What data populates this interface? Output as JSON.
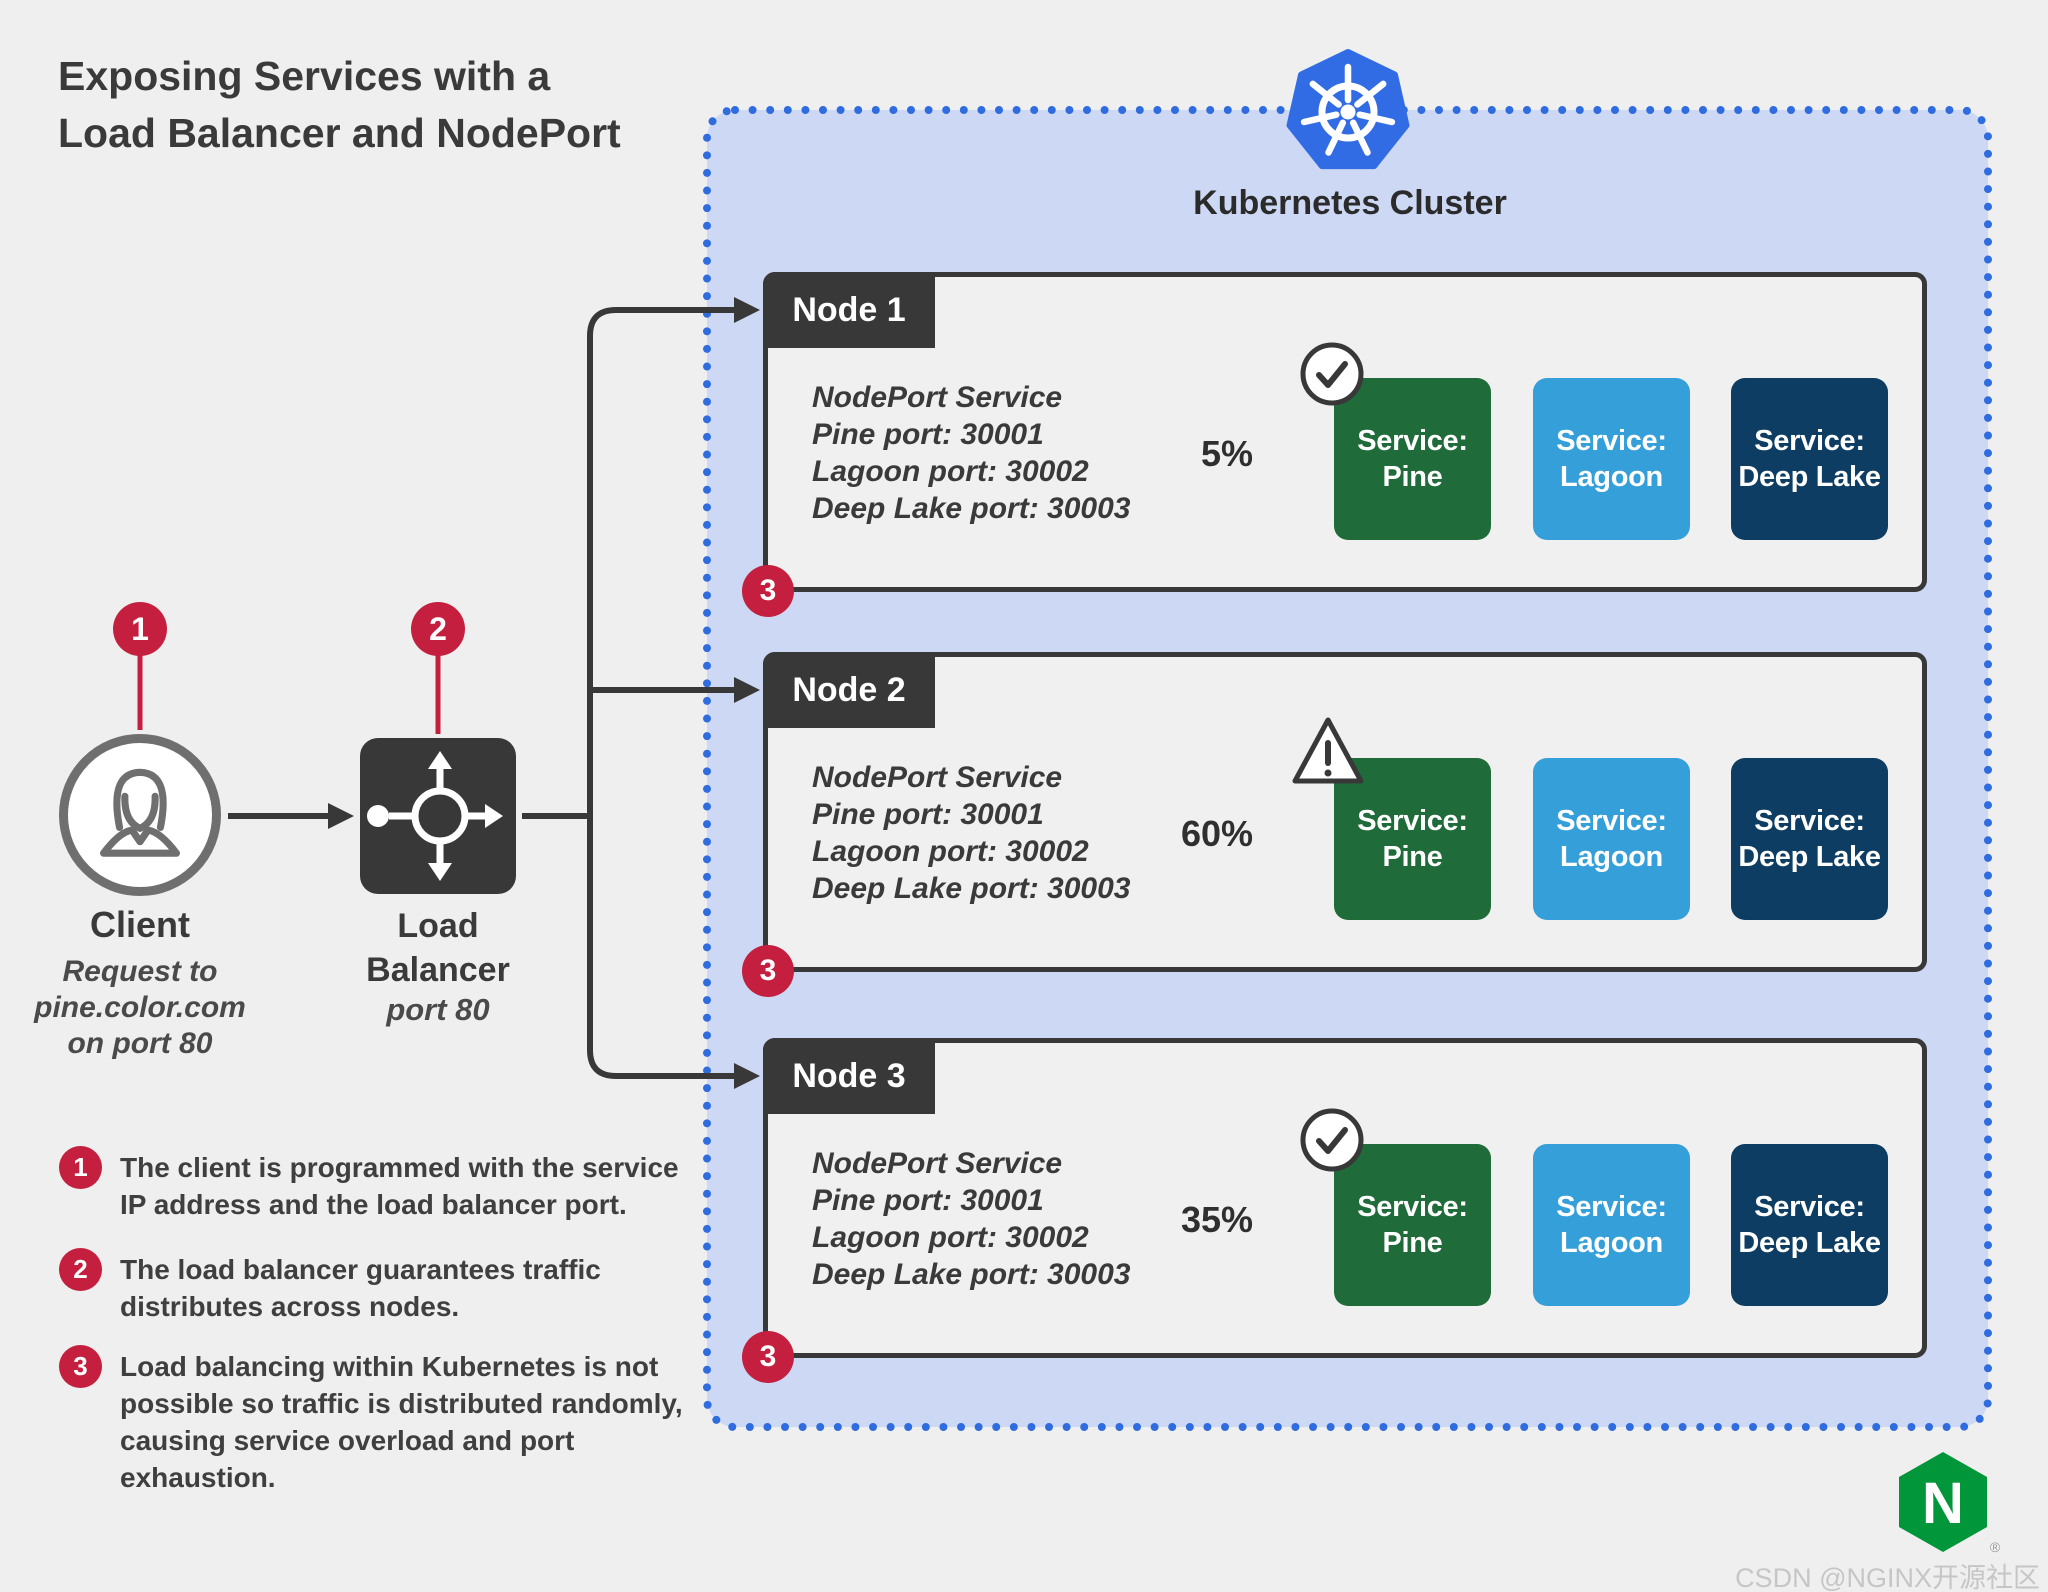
{
  "title": {
    "line1": "Exposing Services with a",
    "line2": "Load Balancer and NodePort"
  },
  "cluster": {
    "label": "Kubernetes Cluster"
  },
  "client": {
    "badge": "1",
    "label": "Client",
    "request_line1": "Request to",
    "request_line2": "pine.color.com",
    "request_line3": "on port 80"
  },
  "load_balancer": {
    "badge": "2",
    "label_line1": "Load",
    "label_line2": "Balancer",
    "port": "port 80"
  },
  "nodes": [
    {
      "label": "Node 1",
      "details": [
        "NodePort Service",
        "Pine port: 30001",
        "Lagoon port: 30002",
        "Deep Lake port: 30003"
      ],
      "traffic_percent": "5%",
      "status": "ok",
      "step_badge": "3",
      "services": [
        {
          "prefix": "Service:",
          "name": "Pine"
        },
        {
          "prefix": "Service:",
          "name": "Lagoon"
        },
        {
          "prefix": "Service:",
          "name": "Deep Lake"
        }
      ]
    },
    {
      "label": "Node 2",
      "details": [
        "NodePort Service",
        "Pine port: 30001",
        "Lagoon port: 30002",
        "Deep Lake port: 30003"
      ],
      "traffic_percent": "60%",
      "status": "overloaded",
      "step_badge": "3",
      "services": [
        {
          "prefix": "Service:",
          "name": "Pine"
        },
        {
          "prefix": "Service:",
          "name": "Lagoon"
        },
        {
          "prefix": "Service:",
          "name": "Deep Lake"
        }
      ]
    },
    {
      "label": "Node 3",
      "details": [
        "NodePort Service",
        "Pine port: 30001",
        "Lagoon port: 30002",
        "Deep Lake port: 30003"
      ],
      "traffic_percent": "35%",
      "status": "ok",
      "step_badge": "3",
      "services": [
        {
          "prefix": "Service:",
          "name": "Pine"
        },
        {
          "prefix": "Service:",
          "name": "Lagoon"
        },
        {
          "prefix": "Service:",
          "name": "Deep Lake"
        }
      ]
    }
  ],
  "legend": [
    {
      "badge": "1",
      "text": "The client is programmed with the service IP address and the load balancer port."
    },
    {
      "badge": "2",
      "text": "The load balancer guarantees traffic distributes across nodes."
    },
    {
      "badge": "3",
      "text": "Load balancing within Kubernetes is not possible so traffic is distributed randomly, causing service overload and port exhaustion."
    }
  ],
  "watermark": "CSDN @NGINX开源社区",
  "colors": {
    "background": "#efefef",
    "cluster_fill": "#cdd8f4",
    "cluster_dot_blue": "#2e6ce0",
    "kubernetes_blue": "#326ce5",
    "dark_gray": "#383838",
    "step_red": "#c41f3e",
    "pine_green": "#1f6b3a",
    "lagoon_blue": "#359fd9",
    "deep_lake_navy": "#0e3d63",
    "nginx_green": "#009639"
  }
}
